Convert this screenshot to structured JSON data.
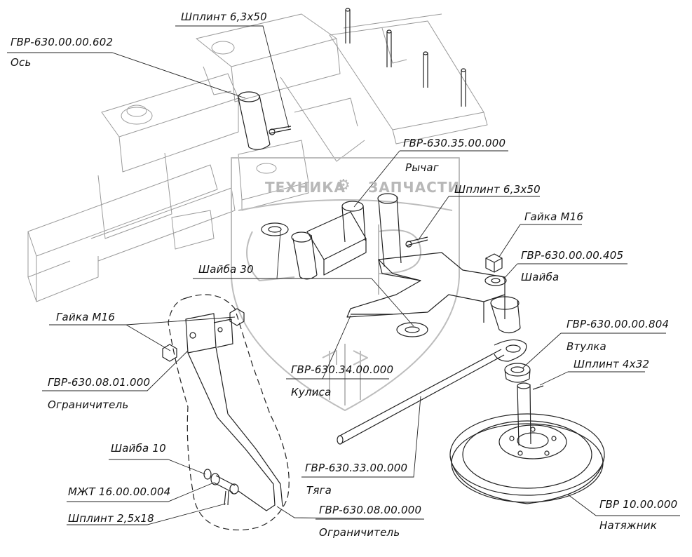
{
  "watermark": {
    "left_word": "ТЕХНИКА",
    "right_word": "ЗАПЧАСТИ",
    "gear_symbol": "gear-icon"
  },
  "labels": {
    "gvr_602": "ГВР-630.00.00.602",
    "os": "Ось",
    "shplint_63x50_top": "Шплинт 6,3x50",
    "gvr_35000": "ГВР-630.35.00.000",
    "rychag": "Рычаг",
    "shplint_63x50_mid": "Шплинт 6,3x50",
    "gaika_m16_right": "Гайка М16",
    "gvr_405": "ГВР-630.00.00.405",
    "shaiba_right": "Шайба",
    "shaiba_30": "Шайба 30",
    "gaika_m16_left": "Гайка М16",
    "gvr_804": "ГВР-630.00.00.804",
    "vtulka": "Втулка",
    "shplint_4x32": "Шплинт 4x32",
    "gvr_801": "ГВР-630.08.01.000",
    "ogranichitel_1": "Ограничитель",
    "gvr_34000": "ГВР-630.34.00.000",
    "kulisa": "Кулиса",
    "shaiba_10": "Шайба 10",
    "gvr_33000": "ГВР-630.33.00.000",
    "tyaga": "Тяга",
    "mzht": "МЖТ 16.00.00.004",
    "shplint_25x18": "Шплинт 2,5x18",
    "gvr_08000": "ГВР-630.08.00.000",
    "ogranichitel_2": "Ограничитель",
    "gvr_10000": "ГВР 10.00.000",
    "natyazhnik": "Натяжник"
  }
}
